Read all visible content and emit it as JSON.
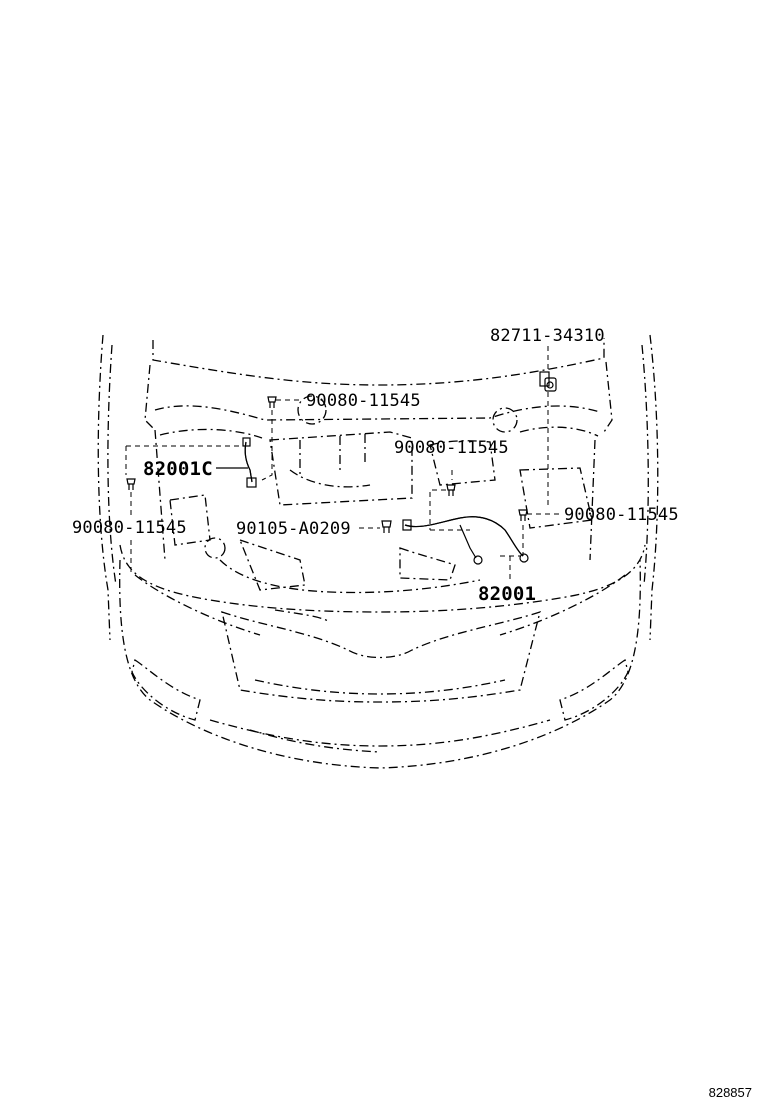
{
  "labels": {
    "p1": "82711-34310",
    "p2": "90080-11545",
    "p3": "90080-11545",
    "p4": "82001C",
    "p5": "90080-11545",
    "p6": "90080-11545",
    "p7": "90105-A0209",
    "p8": "82001"
  },
  "figure_number": "828857"
}
